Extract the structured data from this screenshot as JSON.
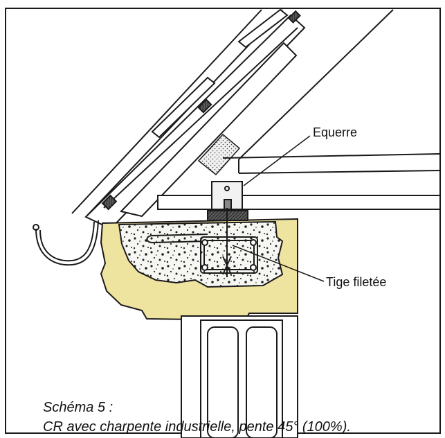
{
  "labels": {
    "equerre": "Equerre",
    "tige_filetee": "Tige filetée"
  },
  "caption": {
    "line1": "Schéma 5 :",
    "line2": "CR avec charpente industrielle, pente 45° (100%)."
  },
  "colors": {
    "coping_fill": "#efe3a0",
    "concrete_fill": "#f4f4f0",
    "insulation_fill": "#e6e6e6",
    "line": "#1a1a1a"
  }
}
